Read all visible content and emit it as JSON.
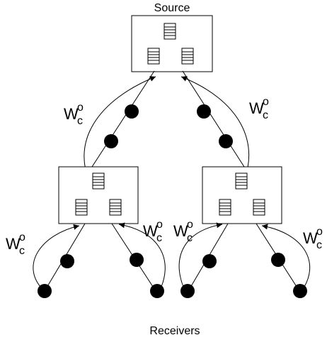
{
  "source_label": "Source",
  "receivers_label": "Receivers",
  "window_label": {
    "main": "W",
    "sub": "c",
    "sup": "o"
  }
}
